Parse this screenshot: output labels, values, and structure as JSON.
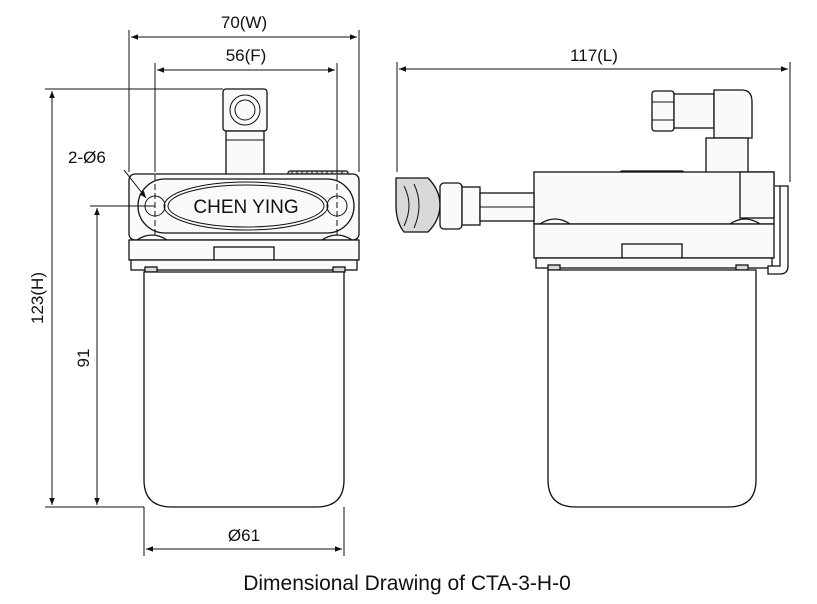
{
  "dimensions": {
    "width": "70(W)",
    "flange": "56(F)",
    "length": "117(L)",
    "height": "123(H)",
    "bowl_height": "91",
    "hole": "2-Ø6",
    "bowl_diameter": "Ø61"
  },
  "brand": "CHEN YING",
  "caption": "Dimensional Drawing of CTA-3-H-0"
}
